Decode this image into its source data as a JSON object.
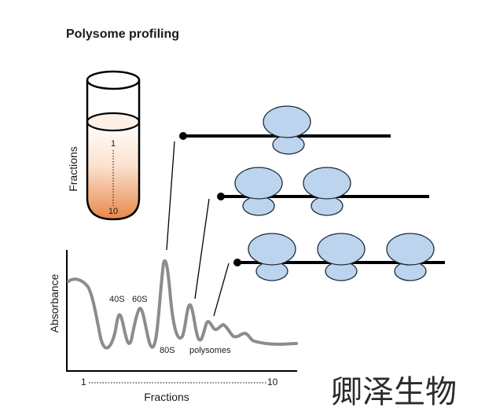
{
  "title": "Polysome profiling",
  "tube": {
    "axis_label": "Fractions",
    "top_fraction": "1",
    "bottom_fraction": "10",
    "gradient_top_color": "#ffffff",
    "gradient_bottom_color": "#e8874a"
  },
  "profile": {
    "y_label": "Absorbance",
    "x_label": "Fractions",
    "x_start": "1",
    "x_end": "10",
    "trace_color": "#8c8c8c",
    "peaks": {
      "p40s": "40S",
      "p60s": "60S",
      "p80s": "80S",
      "polysomes": "polysomes"
    }
  },
  "mrnas": [
    {
      "ribosome_count": 1
    },
    {
      "ribosome_count": 2
    },
    {
      "ribosome_count": 3
    }
  ],
  "colors": {
    "ribosome_fill": "#bcd4ee",
    "ribosome_stroke": "#1f2a38",
    "mrna_line": "#000000"
  },
  "watermark": "卿泽生物"
}
